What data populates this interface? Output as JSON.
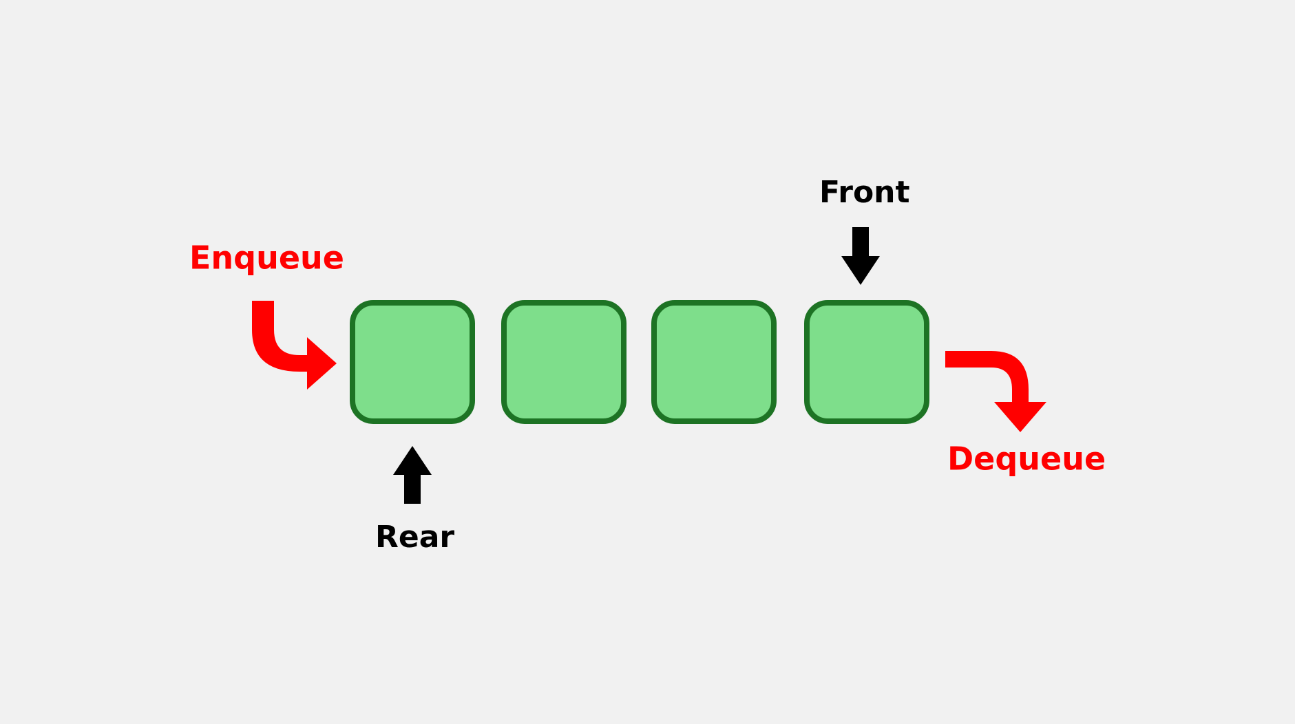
{
  "diagram": {
    "title": "Queue data structure with enqueue and dequeue operations",
    "background_color": "#f1f1f1",
    "colors": {
      "cell_fill": "#7ede8b",
      "cell_stroke": "#1d7324",
      "operation_arrow": "#ff0000",
      "pointer_arrow": "#000000",
      "pointer_label": "#000000",
      "operation_label": "#ff0000"
    },
    "cells": [
      {
        "index": 0,
        "value": "",
        "name": "queue-cell-0"
      },
      {
        "index": 1,
        "value": "",
        "name": "queue-cell-1"
      },
      {
        "index": 2,
        "value": "",
        "name": "queue-cell-2"
      },
      {
        "index": 3,
        "value": "",
        "name": "queue-cell-3"
      }
    ],
    "labels": {
      "enqueue": "Enqueue",
      "dequeue": "Dequeue",
      "front": "Front",
      "rear": "Rear"
    },
    "label_sizes": {
      "enqueue": 46,
      "dequeue": 46,
      "front": 44,
      "rear": 44
    },
    "icons": {
      "enqueue_arrow": "curved-arrow-down-right-icon",
      "dequeue_arrow": "curved-arrow-right-down-icon",
      "front_arrow": "arrow-down-icon",
      "rear_arrow": "arrow-up-icon"
    }
  }
}
